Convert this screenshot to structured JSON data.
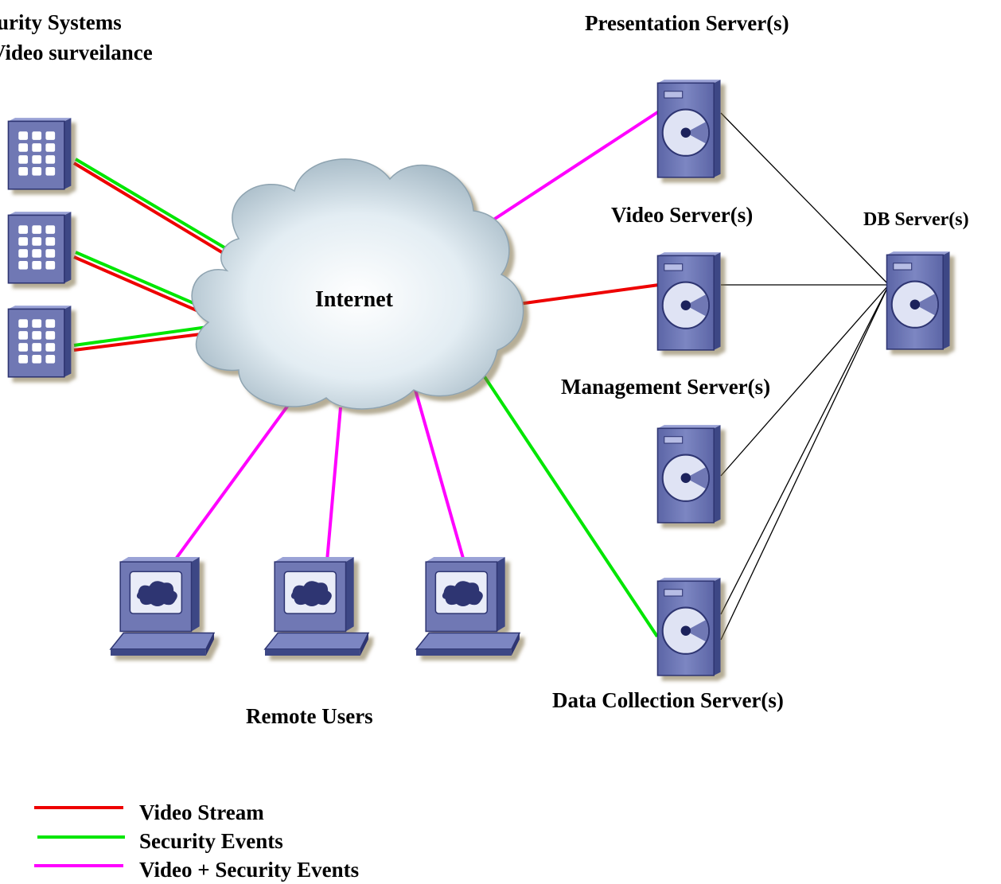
{
  "labels": {
    "security_line1": "urity Systems",
    "security_line2": "Video surveilance",
    "presentation": "Presentation Server(s)",
    "video": "Video Server(s)",
    "db": "DB Server(s)",
    "management": "Management Server(s)",
    "data_collection": "Data Collection Server(s)",
    "remote_users": "Remote Users",
    "internet": "Internet"
  },
  "legend": [
    {
      "label": "Video Stream",
      "color": "#ee0000"
    },
    {
      "label": "Security Events",
      "color": "#00e600"
    },
    {
      "label": "Video + Security Events",
      "color": "#ff00ff"
    }
  ],
  "colors": {
    "video_stream": "#ee0000",
    "security_events": "#00e600",
    "video_security_events": "#ff00ff",
    "db_link": "#000000",
    "device_fill": "#6f78b4",
    "device_dark": "#3e4785"
  }
}
